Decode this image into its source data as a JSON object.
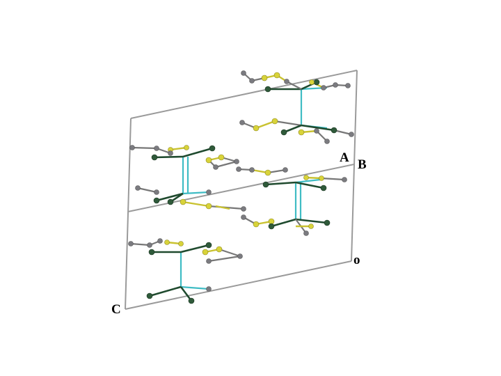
{
  "labels": {
    "a": "A",
    "b": "B",
    "c": "C",
    "origin": "o"
  },
  "colors": {
    "carbon": "#7b7b80",
    "sulfur": "#d8d33a",
    "chlorine": "#2f5a3a",
    "metal_bond": "#3fbcc4",
    "cell": "#9a9a9a"
  }
}
